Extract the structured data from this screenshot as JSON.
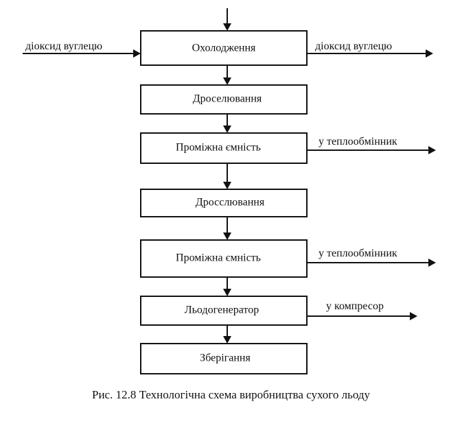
{
  "diagram": {
    "steps": [
      {
        "label": "Охолодження"
      },
      {
        "label": "Дроселювання"
      },
      {
        "label": "Проміжна ємність"
      },
      {
        "label": "Дросслювання"
      },
      {
        "label": "Проміжна ємність"
      },
      {
        "label": "Льодогенератор"
      },
      {
        "label": "Зберігання"
      }
    ],
    "inputs": [
      {
        "label": "діоксид вуглецю",
        "to_step": 0
      }
    ],
    "outputs": [
      {
        "label": "діоксид вуглецю",
        "from_step": 0
      },
      {
        "label": "у теплообмінник",
        "from_step": 2
      },
      {
        "label": "у теплообмінник",
        "from_step": 4
      },
      {
        "label": "у компресор",
        "from_step": 5
      }
    ]
  },
  "caption": "Рис. 12.8 Технологічна схема виробництва сухого льоду"
}
